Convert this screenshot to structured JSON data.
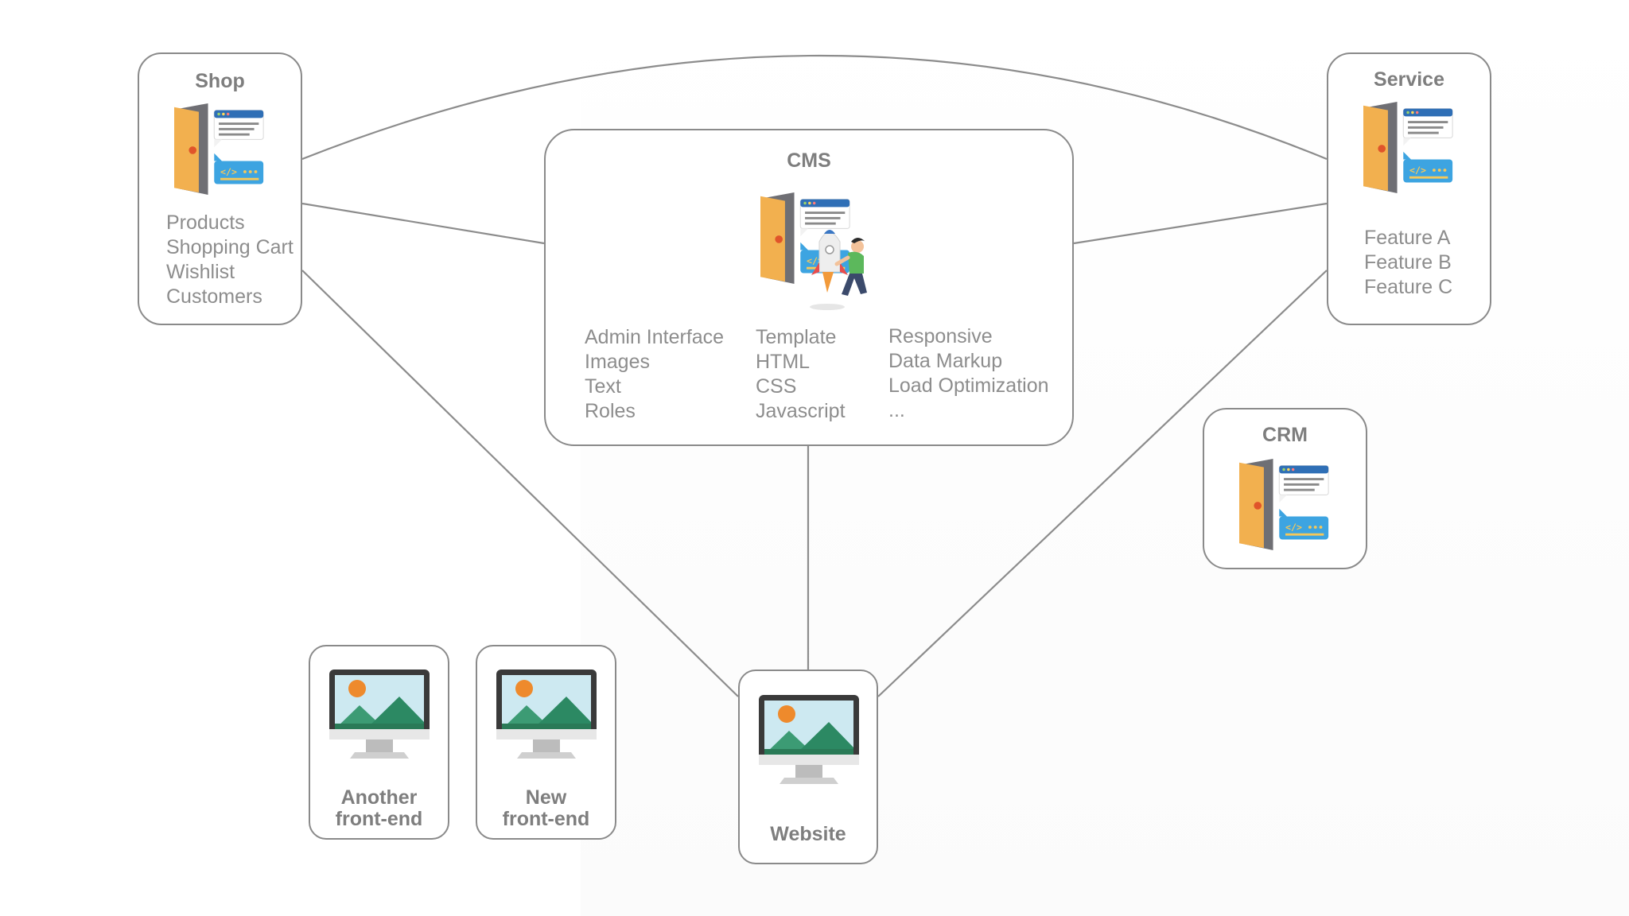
{
  "diagram": {
    "cms": {
      "title": "CMS",
      "columns": [
        [
          "Admin Interface",
          "Images",
          "Text",
          "Roles"
        ],
        [
          "Template",
          "HTML",
          "CSS",
          "Javascript"
        ],
        [
          "Responsive",
          "Data Markup",
          "Load Optimization",
          "..."
        ]
      ]
    },
    "shop": {
      "title": "Shop",
      "items": [
        "Products",
        "Shopping Cart",
        "Wishlist",
        "Customers"
      ]
    },
    "service": {
      "title": "Service",
      "items": [
        "Feature A",
        "Feature B",
        "Feature C"
      ]
    },
    "crm": {
      "title": "CRM"
    },
    "website": {
      "label": "Website"
    },
    "frontend_another": {
      "line1": "Another",
      "line2": "front-end"
    },
    "frontend_new": {
      "line1": "New",
      "line2": "front-end"
    },
    "connections": [
      "Shop–Service",
      "Shop–CMS",
      "CMS–Service",
      "Shop–Website",
      "CMS–Website",
      "Service–Website"
    ],
    "icons": {
      "module": "door-browser-icon",
      "cms": "door-browser-rocket-person-icon",
      "frontend": "monitor-landscape-icon"
    }
  }
}
